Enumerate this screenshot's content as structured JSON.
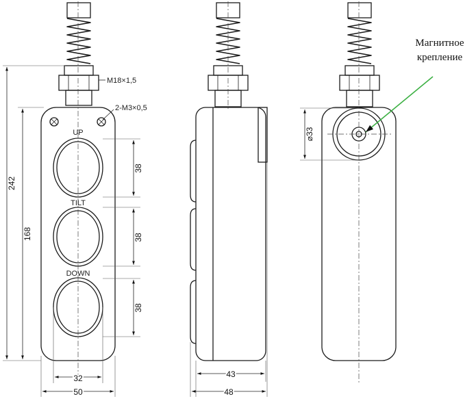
{
  "labels": {
    "thread": "M18×1,5",
    "screws": "2-M3×0,5",
    "btn_up": "UP",
    "btn_tilt": "TILT",
    "btn_down": "DOWN",
    "magnet_line1": "Магнитное",
    "magnet_line2": "крепление"
  },
  "dimensions": {
    "total_height": "242",
    "body_height": "168",
    "btn_pitch_1": "38",
    "btn_pitch_2": "38",
    "btn_pitch_3": "38",
    "btn_width": "32",
    "front_width": "50",
    "side_width_inner": "43",
    "side_width_outer": "48",
    "magnet_dia": "⌀33"
  },
  "colors": {
    "leader": "#3cb043",
    "line": "#1a1a1a"
  }
}
